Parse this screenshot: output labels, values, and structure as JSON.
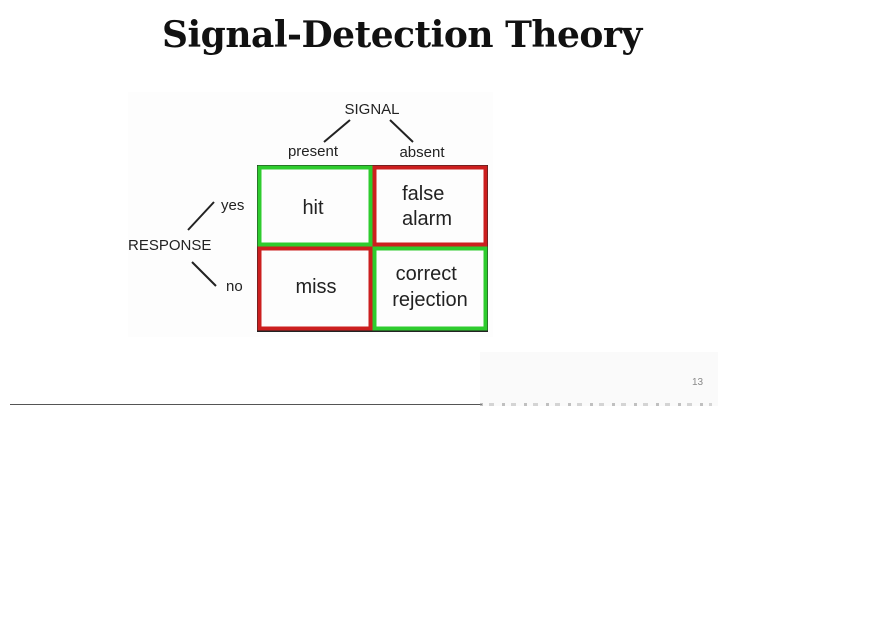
{
  "title": "Signal-Detection Theory",
  "slide_number": "13",
  "diagram": {
    "signal_label": "SIGNAL",
    "signal_present": "present",
    "signal_absent": "absent",
    "response_label": "RESPONSE",
    "response_yes": "yes",
    "response_no": "no",
    "cells": {
      "hit": [
        "hit"
      ],
      "false_alarm": [
        "false",
        "alarm"
      ],
      "miss": [
        "miss"
      ],
      "correct_rejection": [
        "correct",
        "rejection"
      ]
    },
    "colors": {
      "correct_border": "#2ecc2e",
      "error_border": "#cc1f1f",
      "grid": "#222222"
    }
  }
}
